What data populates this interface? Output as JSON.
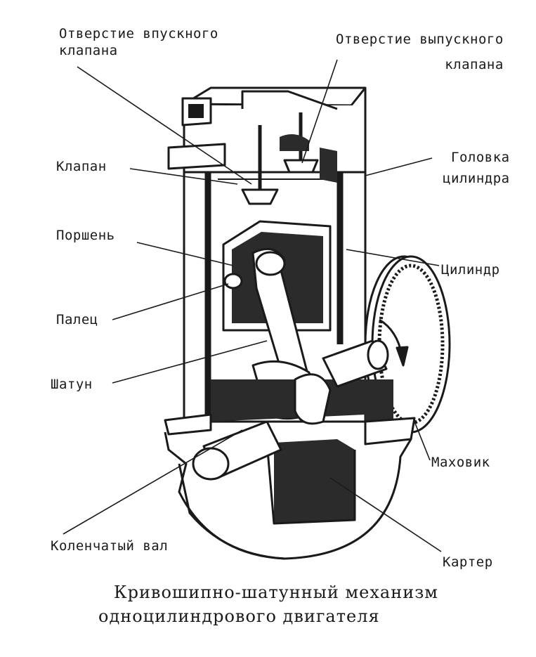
{
  "labels": {
    "intake_port": {
      "line1": "Отверстие впускного",
      "line2": "клапана"
    },
    "exhaust_port": {
      "line1": "Отверстие выпускного",
      "line2": "клапана"
    },
    "valve": "Клапан",
    "cylinder_head": {
      "line1": "Головка",
      "line2": "цилиндра"
    },
    "piston": "Поршень",
    "cylinder": "Цилиндр",
    "pin": "Палец",
    "connecting_rod": "Шатун",
    "flywheel": "Маховик",
    "crankshaft": "Коленчатый вал",
    "crankcase": "Картер"
  },
  "caption": {
    "line1": "Кривошипно-шатунный механизм",
    "line2": "одноцилиндрового двигателя"
  },
  "colors": {
    "ink": "#1a1a1a",
    "paper": "#ffffff",
    "shade": "#2b2b2b"
  }
}
